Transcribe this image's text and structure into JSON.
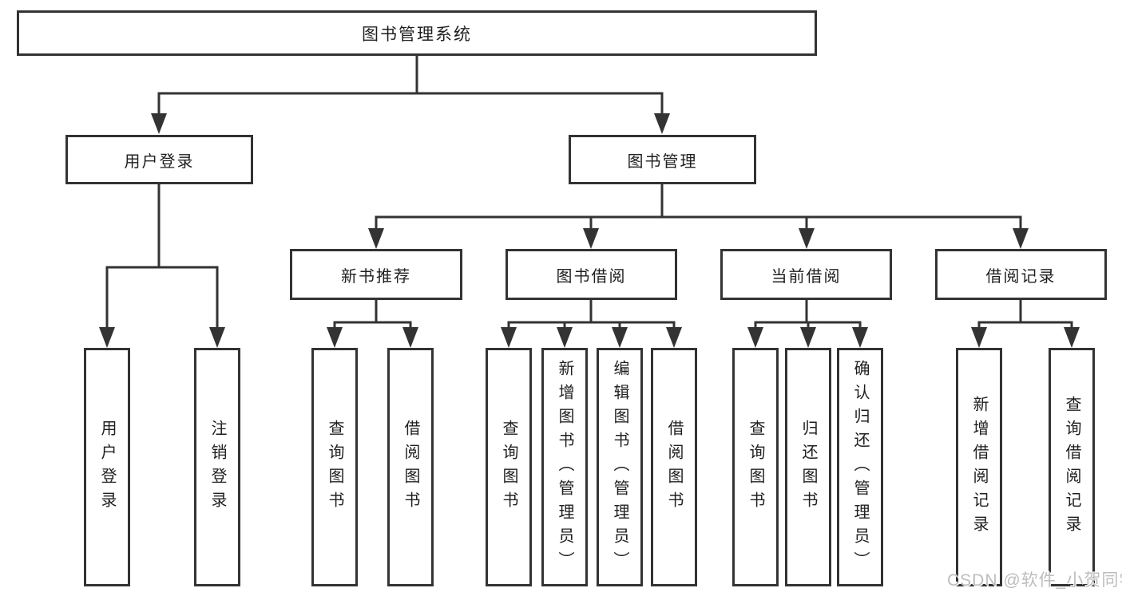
{
  "diagram_title": "图书管理系统",
  "hierarchy": {
    "root": "图书管理系统",
    "children": [
      {
        "label": "用户登录",
        "children": [
          "用户登录",
          "注销登录"
        ]
      },
      {
        "label": "图书管理",
        "children": [
          {
            "label": "新书推荐",
            "children": [
              "查询图书",
              "借阅图书"
            ]
          },
          {
            "label": "图书借阅",
            "children": [
              "查询图书",
              "新增图书（管理员）",
              "编辑图书（管理员）",
              "借阅图书"
            ]
          },
          {
            "label": "当前借阅",
            "children": [
              "查询图书",
              "归还图书",
              "确认归还（管理员）"
            ]
          },
          {
            "label": "借阅记录",
            "children": [
              "新增借阅记录",
              "查询借阅记录"
            ]
          }
        ]
      }
    ]
  },
  "watermark": {
    "text": "CSDN @软件_小贺同学",
    "color": "#bdbdbd"
  },
  "colors": {
    "line": "#333333",
    "box_border": "#333333",
    "text": "#1f1f1f",
    "background": "#ffffff"
  }
}
